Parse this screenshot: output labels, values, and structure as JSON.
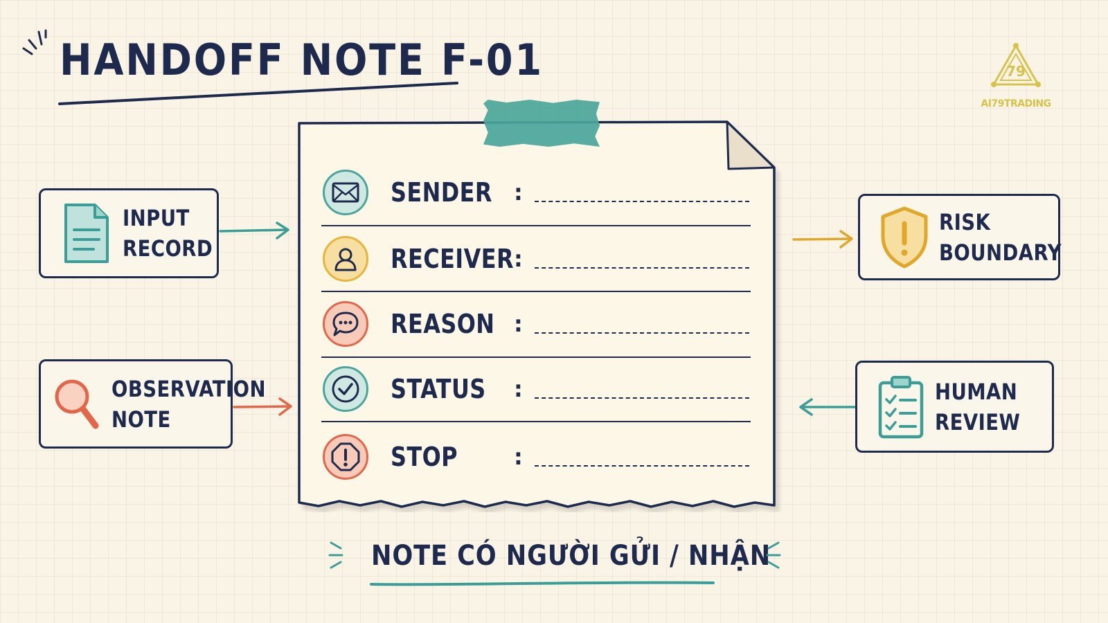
{
  "title": "HANDOFF NOTE F-01",
  "logo": {
    "text": "AI79TRADING",
    "badge": "79",
    "color": "#d7c24a"
  },
  "inputs": [
    {
      "id": "input-record",
      "lines": [
        "INPUT",
        "RECORD"
      ],
      "icon": "document-icon",
      "color": "#3a9e96"
    },
    {
      "id": "observation-note",
      "lines": [
        "OBSERVATION",
        "NOTE"
      ],
      "icon": "magnifier-icon",
      "color": "#e2674a"
    }
  ],
  "outputs": [
    {
      "id": "risk-boundary",
      "lines": [
        "RISK",
        "BOUNDARY"
      ],
      "icon": "shield-warning-icon",
      "color": "#e0a72b"
    },
    {
      "id": "human-review",
      "lines": [
        "HUMAN",
        "REVIEW"
      ],
      "icon": "clipboard-checklist-icon",
      "color": "#3a9e96"
    }
  ],
  "note": {
    "fields": [
      {
        "label": "SENDER",
        "colon": ":",
        "icon": "envelope-icon",
        "color": "#4aa59a",
        "fill": "#cfe8e2"
      },
      {
        "label": "RECEIVER",
        "colon": ":",
        "icon": "person-icon",
        "color": "#e8b53a",
        "fill": "#f6dfa0"
      },
      {
        "label": "REASON",
        "colon": ":",
        "icon": "speech-bubble-icon",
        "color": "#e2674a",
        "fill": "#f7cbb8"
      },
      {
        "label": "STATUS",
        "colon": ":",
        "icon": "check-circle-icon",
        "color": "#4aa59a",
        "fill": "#cfe8e2"
      },
      {
        "label": "STOP",
        "colon": ":",
        "icon": "stop-octagon-icon",
        "color": "#e2674a",
        "fill": "#f7cbb8"
      }
    ]
  },
  "caption": "NOTE CÓ NGƯỜI GỬI / NHẬN"
}
